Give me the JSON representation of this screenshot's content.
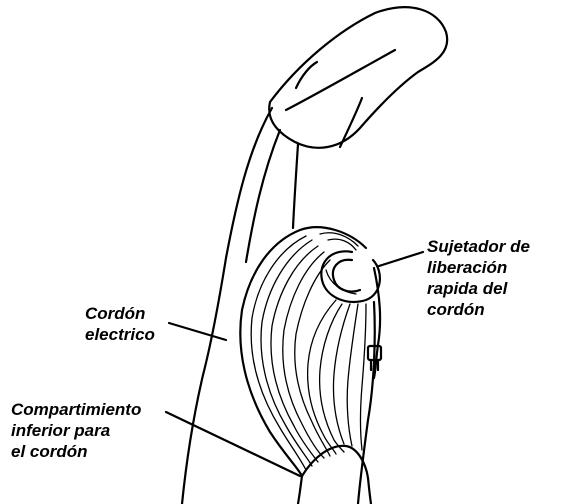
{
  "labels": {
    "electric_cord": "Cordón\nelectrico",
    "quick_release": "Sujetador de\nliberación\nrapida del\ncordón",
    "lower_compartment": "Compartimiento\ninferior para\nel cordón"
  },
  "colors": {
    "ink": "#000000",
    "paper": "#ffffff"
  }
}
